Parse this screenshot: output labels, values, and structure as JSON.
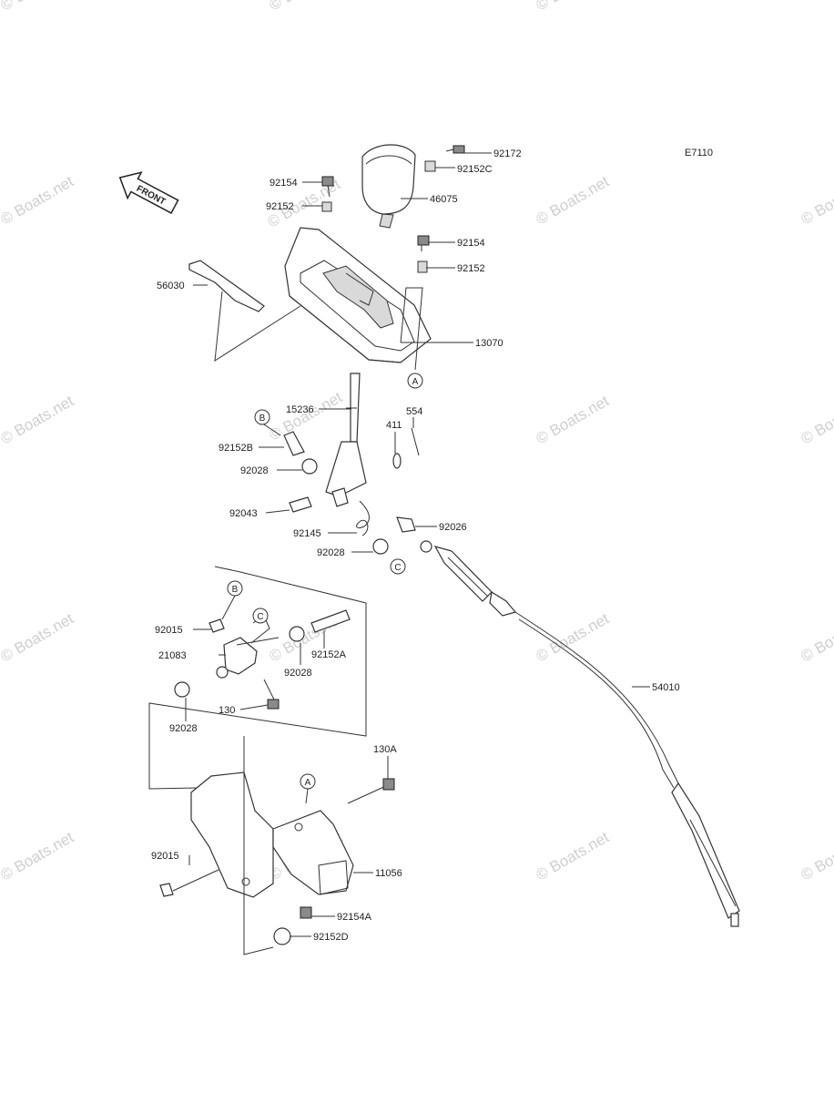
{
  "diagram_code": "E7110",
  "front_label": "FRONT",
  "watermark": "© Boats.net",
  "parts": [
    {
      "id": "p-92172",
      "label": "92172"
    },
    {
      "id": "p-92152c",
      "label": "92152C"
    },
    {
      "id": "p-46075",
      "label": "46075"
    },
    {
      "id": "p-92154-top",
      "label": "92154"
    },
    {
      "id": "p-92152-top",
      "label": "92152"
    },
    {
      "id": "p-92154-r",
      "label": "92154"
    },
    {
      "id": "p-92152-r",
      "label": "92152"
    },
    {
      "id": "p-56030",
      "label": "56030"
    },
    {
      "id": "p-13070",
      "label": "13070"
    },
    {
      "id": "p-15236",
      "label": "15236"
    },
    {
      "id": "p-554",
      "label": "554"
    },
    {
      "id": "p-411",
      "label": "411"
    },
    {
      "id": "p-92152b",
      "label": "92152B"
    },
    {
      "id": "p-92028-a",
      "label": "92028"
    },
    {
      "id": "p-92043",
      "label": "92043"
    },
    {
      "id": "p-92145",
      "label": "92145"
    },
    {
      "id": "p-92026",
      "label": "92026"
    },
    {
      "id": "p-92028-b",
      "label": "92028"
    },
    {
      "id": "p-92015-a",
      "label": "92015"
    },
    {
      "id": "p-21083",
      "label": "21083"
    },
    {
      "id": "p-92028-c",
      "label": "92028"
    },
    {
      "id": "p-92152a",
      "label": "92152A"
    },
    {
      "id": "p-92028-d",
      "label": "92028"
    },
    {
      "id": "p-130",
      "label": "130"
    },
    {
      "id": "p-54010",
      "label": "54010"
    },
    {
      "id": "p-130a",
      "label": "130A"
    },
    {
      "id": "p-92015-b",
      "label": "92015"
    },
    {
      "id": "p-11056",
      "label": "11056"
    },
    {
      "id": "p-92154a",
      "label": "92154A"
    },
    {
      "id": "p-92152d",
      "label": "92152D"
    }
  ],
  "callouts": {
    "a": "A",
    "b": "B",
    "c": "C"
  }
}
